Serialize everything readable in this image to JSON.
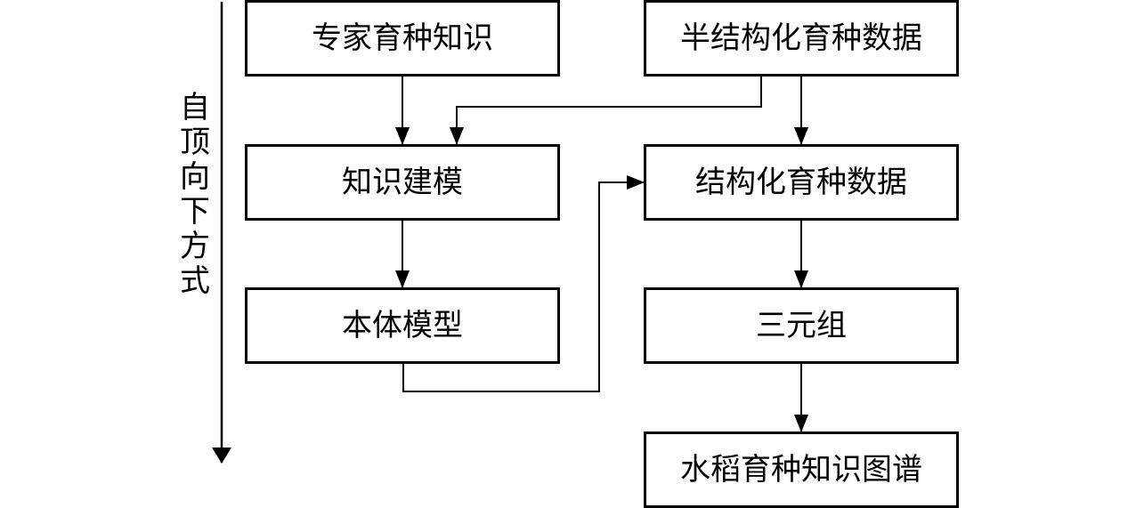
{
  "diagram": {
    "side_label": "自顶向下方式",
    "nodes": {
      "expert_knowledge": "专家育种知识",
      "semi_structured_data": "半结构化育种数据",
      "knowledge_modeling": "知识建模",
      "structured_data": "结构化育种数据",
      "ontology_model": "本体模型",
      "triples": "三元组",
      "knowledge_graph": "水稻育种知识图谱"
    }
  }
}
